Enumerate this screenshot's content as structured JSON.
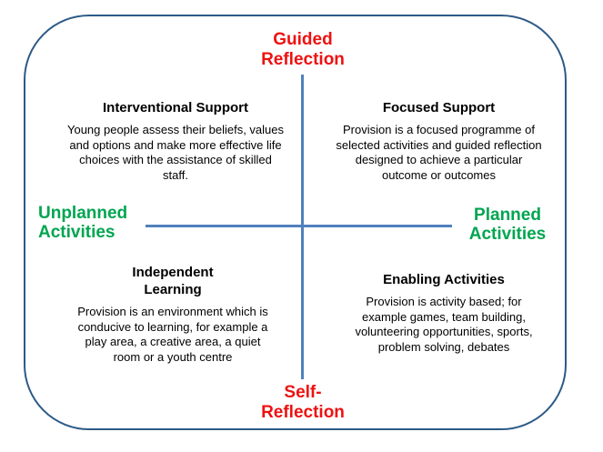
{
  "diagram": {
    "axes": {
      "top": "Guided\nReflection",
      "bottom": "Self-\nReflection",
      "left": "Unplanned\nActivities",
      "right": "Planned\nActivities"
    },
    "quadrants": {
      "top_left": {
        "title": "Interventional Support",
        "body": "Young people assess their beliefs, values\nand options and make more effective life\nchoices with the assistance of skilled\nstaff."
      },
      "top_right": {
        "title": "Focused Support",
        "body": "Provision is a focused programme of\nselected activities and guided reflection\ndesigned to achieve a particular\noutcome or outcomes"
      },
      "bottom_left": {
        "title": "Independent\nLearning",
        "body": "Provision is an environment which is\nconducive to learning, for example a\nplay area, a creative area, a quiet\nroom or a youth centre"
      },
      "bottom_right": {
        "title": "Enabling Activities",
        "body": "Provision is activity based; for\nexample games, team building,\nvolunteering opportunities, sports,\nproblem solving, debates"
      }
    },
    "colors": {
      "red_label": "#EE1111",
      "green_label": "#00A550",
      "axis_line": "#4F81BD",
      "frame_border": "#2C5A87",
      "body_text": "#000000"
    }
  }
}
